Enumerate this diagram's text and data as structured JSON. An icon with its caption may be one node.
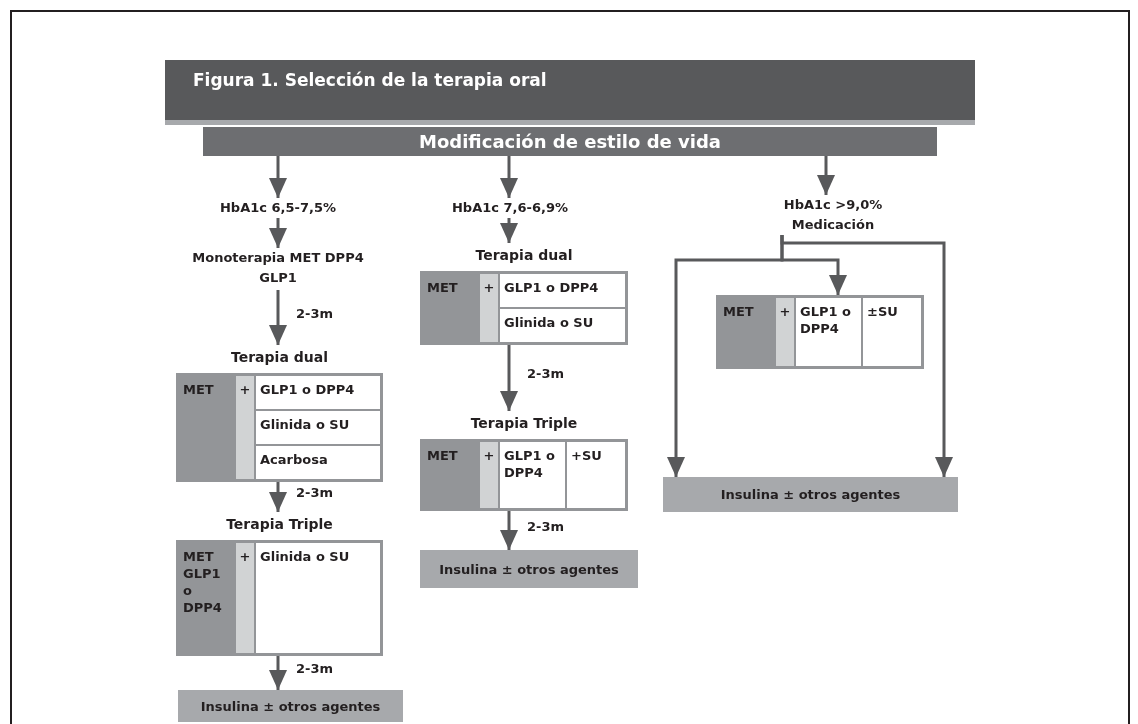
{
  "diagram": {
    "nodes": [
      {
        "text": [
          "Figura 1. Selección de la terapia oral"
        ]
      },
      {
        "text": [
          "Modificación de estilo de vida"
        ]
      },
      {
        "text": [
          "HbA1c 6,5-7,5%"
        ]
      },
      {
        "text": [
          "Monoterapia MET DPP4 GLP1"
        ]
      },
      {
        "text": [
          "Terapia dual",
          "MET",
          "+",
          "GLP1 o DPP4",
          "Glinida o SU",
          "Acarbosa"
        ]
      },
      {
        "text": [
          "Terapia Triple",
          "MET GLP1 o DPP4",
          "+",
          "Glinida o SU"
        ]
      },
      {
        "text": [
          "Insulina ± otros agentes"
        ]
      },
      {
        "text": [
          "HbA1c 7,6-6,9%"
        ]
      },
      {
        "text": [
          "Terapia dual",
          "MET",
          "+",
          "GLP1 o DPP4",
          "Glinida o SU"
        ]
      },
      {
        "text": [
          "Terapia Triple",
          "MET",
          "+",
          "GLP1 o DPP4",
          "+SU"
        ]
      },
      {
        "text": [
          "Insulina ± otros agentes"
        ]
      },
      {
        "text": [
          "HbA1c >9,0% Medicación"
        ]
      },
      {
        "text": [
          "MET",
          "+",
          "GLP1 o DPP4",
          "±SU"
        ]
      },
      {
        "text": [
          "Insulina ± otros agentes"
        ]
      }
    ],
    "edges": [
      {
        "from": 1,
        "to": 2,
        "arrow": "to"
      },
      {
        "from": 2,
        "to": 3,
        "arrow": "to"
      },
      {
        "from": 3,
        "to": 4,
        "arrow": "to",
        "label": "2-3m"
      },
      {
        "from": 4,
        "to": 5,
        "arrow": "to",
        "label": "2-3m"
      },
      {
        "from": 5,
        "to": 6,
        "arrow": "to",
        "label": "2-3m"
      },
      {
        "from": 1,
        "to": 7,
        "arrow": "to"
      },
      {
        "from": 7,
        "to": 8,
        "arrow": "to"
      },
      {
        "from": 8,
        "to": 9,
        "arrow": "to",
        "label": "2-3m"
      },
      {
        "from": 9,
        "to": 10,
        "arrow": "to",
        "label": "2-3m"
      },
      {
        "from": 1,
        "to": 11,
        "arrow": "to"
      },
      {
        "from": 11,
        "to": 12,
        "arrow": "to"
      },
      {
        "from": 11,
        "to": 13,
        "arrow": "to"
      },
      {
        "from": 11,
        "to": 13,
        "arrow": "to"
      }
    ]
  }
}
